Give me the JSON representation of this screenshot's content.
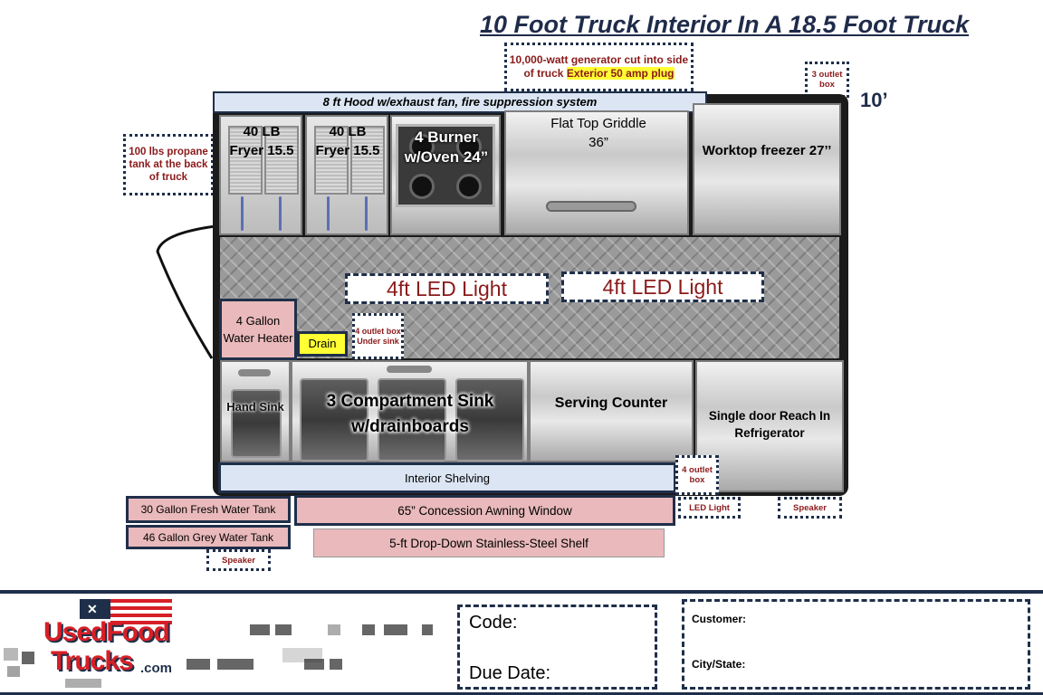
{
  "title": "10 Foot Truck Interior In A 18.5 Foot Truck",
  "truck_length_label": "10’",
  "notes": {
    "generator_text": "10,000-watt generator cut into side of truck ",
    "generator_highlight": "Exterior 50 amp plug",
    "outlet_top": "3 outlet box",
    "propane": "100 lbs propane tank at the back of truck",
    "outlet_under_sink": "4 outlet box Under sink",
    "outlet_right": "4 outlet box",
    "led_light": "LED Light",
    "speaker_right": "Speaker",
    "speaker_left": "Speaker"
  },
  "hood": "8 ft Hood w/exhaust fan, fire suppression  system",
  "equipment": {
    "fryer1": "40 LB Fryer 15.5",
    "fryer2": "40 LB Fryer 15.5",
    "burner": "4 Burner w/Oven 24”",
    "griddle": "Flat Top Griddle 36”",
    "freezer": "Worktop freezer 27’’",
    "led1": "4ft LED Light",
    "led2": "4ft LED Light",
    "water_heater": "4 Gallon Water Heater",
    "drain": "Drain",
    "hand_sink": "Hand Sink",
    "comp_sink": "3 Compartment Sink w/drainboards",
    "serving_counter": "Serving Counter",
    "refrigerator": "Single door Reach In Refrigerator"
  },
  "bottom": {
    "shelving": "Interior Shelving",
    "fresh_tank": "30 Gallon Fresh Water Tank",
    "grey_tank": "46 Gallon Grey Water Tank",
    "window": "65” Concession Awning Window",
    "shelf": "5-ft Drop-Down Stainless-Steel Shelf"
  },
  "footer": {
    "logo_top": "UsedFood",
    "logo_bottom": "Trucks",
    "logo_suffix": ".com",
    "code_label": "Code:",
    "due_label": "Due Date:",
    "customer_label": "Customer:",
    "city_label": "City/State:"
  },
  "colors": {
    "navy": "#1f2f4a",
    "label_red": "#8b1a1a",
    "highlight": "#ffff33",
    "pink": "#e9b9bb",
    "light_blue": "#dbe5f3",
    "logo_red": "#d71f26"
  }
}
